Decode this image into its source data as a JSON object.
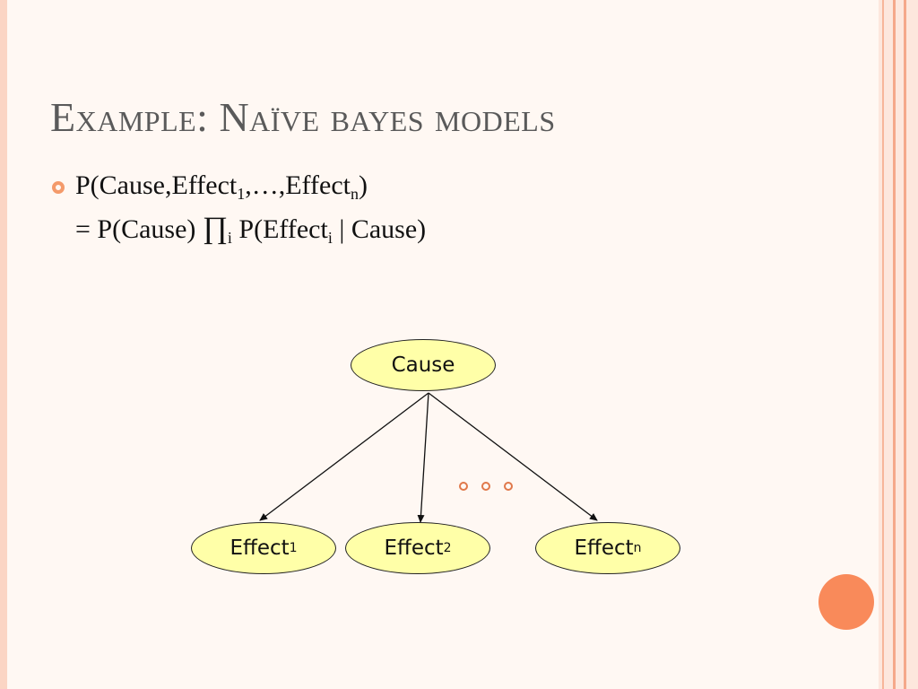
{
  "slide": {
    "title": "Example: Naïve bayes models",
    "formula_line1": {
      "a": "P(Cause,Effect",
      "sub1": "1",
      "b": ",…,Effect",
      "sub2": "n",
      "c": ")"
    },
    "formula_line2": {
      "a": "= P(Cause) ",
      "prod": "∏",
      "prod_sub": "i",
      "b": " P(Effect",
      "sub": "i",
      "c": " | Cause)"
    }
  },
  "diagram": {
    "cause": "Cause",
    "effects": [
      {
        "label": "Effect",
        "sub": "1"
      },
      {
        "label": "Effect",
        "sub": "2"
      },
      {
        "label": "Effect",
        "sub": "n"
      }
    ]
  },
  "colors": {
    "node_fill": "#ffffa8",
    "accent": "#f98a5a",
    "title": "#5a5a5a"
  }
}
